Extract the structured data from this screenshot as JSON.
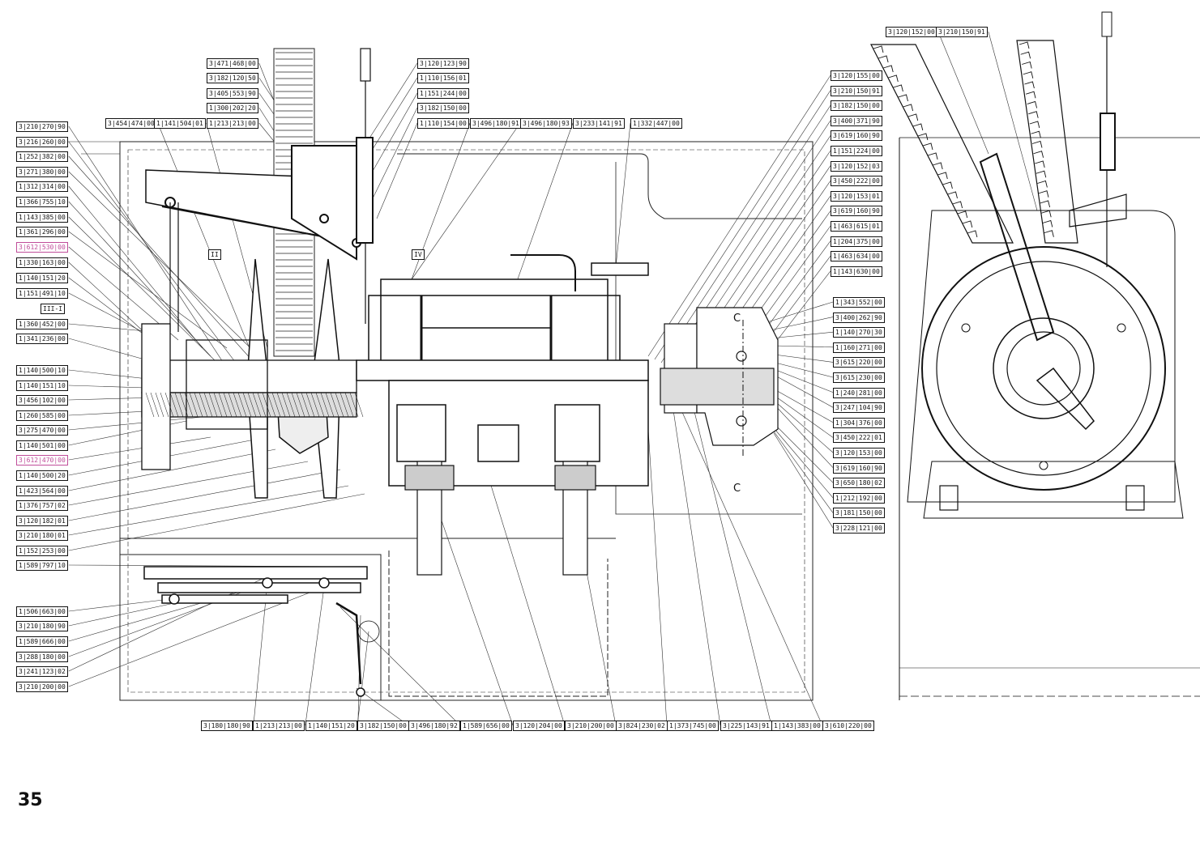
{
  "page_number": "35",
  "section_labels": [
    "C",
    "C"
  ],
  "view_marks": [
    "II",
    "IV"
  ],
  "left_column": [
    "3|210|270|90",
    "3|216|260|00",
    "1|252|382|00",
    "3|271|380|00",
    "1|312|314|00",
    "1|366|755|10",
    "1|143|385|00",
    "1|361|296|00",
    "3|612|530|00",
    "1|330|163|00",
    "1|140|151|20",
    "1|151|491|10",
    "III-I",
    "1|360|452|00",
    "1|341|236|00",
    "1|140|500|10",
    "1|140|151|10",
    "3|456|102|00",
    "1|260|585|00",
    "3|275|470|00",
    "1|140|501|00",
    "3|612|470|00",
    "1|140|500|20",
    "1|423|564|00",
    "1|376|757|02",
    "3|120|182|01",
    "3|210|180|01",
    "1|152|253|00",
    "1|589|797|10",
    "1|506|663|00",
    "3|210|180|90",
    "1|589|666|00",
    "3|288|180|00",
    "3|241|123|02",
    "3|210|200|00"
  ],
  "top_left_column": [
    "3|471|468|00",
    "3|182|120|50",
    "3|405|553|90",
    "1|300|202|20",
    "1|213|213|00"
  ],
  "top_row": [
    "3|454|474|00",
    "1|141|504|01"
  ],
  "top_center_column": [
    "3|120|123|90",
    "1|110|156|01",
    "1|151|244|00",
    "3|182|150|00",
    "1|110|154|00"
  ],
  "top_center_row": [
    "3|496|180|91",
    "3|496|180|93",
    "3|233|141|91",
    "1|332|447|00"
  ],
  "right_upper_column": [
    "3|120|155|00",
    "3|210|150|91",
    "3|182|150|00",
    "3|400|371|90",
    "3|619|160|90",
    "1|151|224|00",
    "3|120|152|03",
    "3|450|222|00",
    "3|120|153|01",
    "3|619|160|90",
    "1|463|615|01",
    "1|204|375|00",
    "1|463|634|00",
    "1|143|630|00"
  ],
  "right_lower_column": [
    "1|343|552|00",
    "3|400|262|90",
    "1|140|270|30",
    "1|160|271|00",
    "3|615|220|00",
    "3|615|230|00",
    "1|240|281|00",
    "3|247|104|90",
    "1|304|376|00",
    "3|450|222|01",
    "3|120|153|00",
    "3|619|160|90",
    "3|650|180|02",
    "1|212|192|00",
    "3|181|150|00",
    "3|228|121|00"
  ],
  "far_right_top": [
    "3|120|152|00",
    "3|210|150|91"
  ],
  "bottom_row": [
    "3|180|180|90",
    "1|213|213|00",
    "1|140|151|20",
    "3|182|150|00",
    "3|496|180|92",
    "1|589|656|00",
    "3|120|204|00",
    "3|210|200|00",
    "3|824|230|02",
    "1|373|745|00",
    "3|225|143|91",
    "1|143|383|00",
    "3|610|220|00"
  ],
  "highlight_color": "#c04d9a",
  "line_color": "#111111"
}
